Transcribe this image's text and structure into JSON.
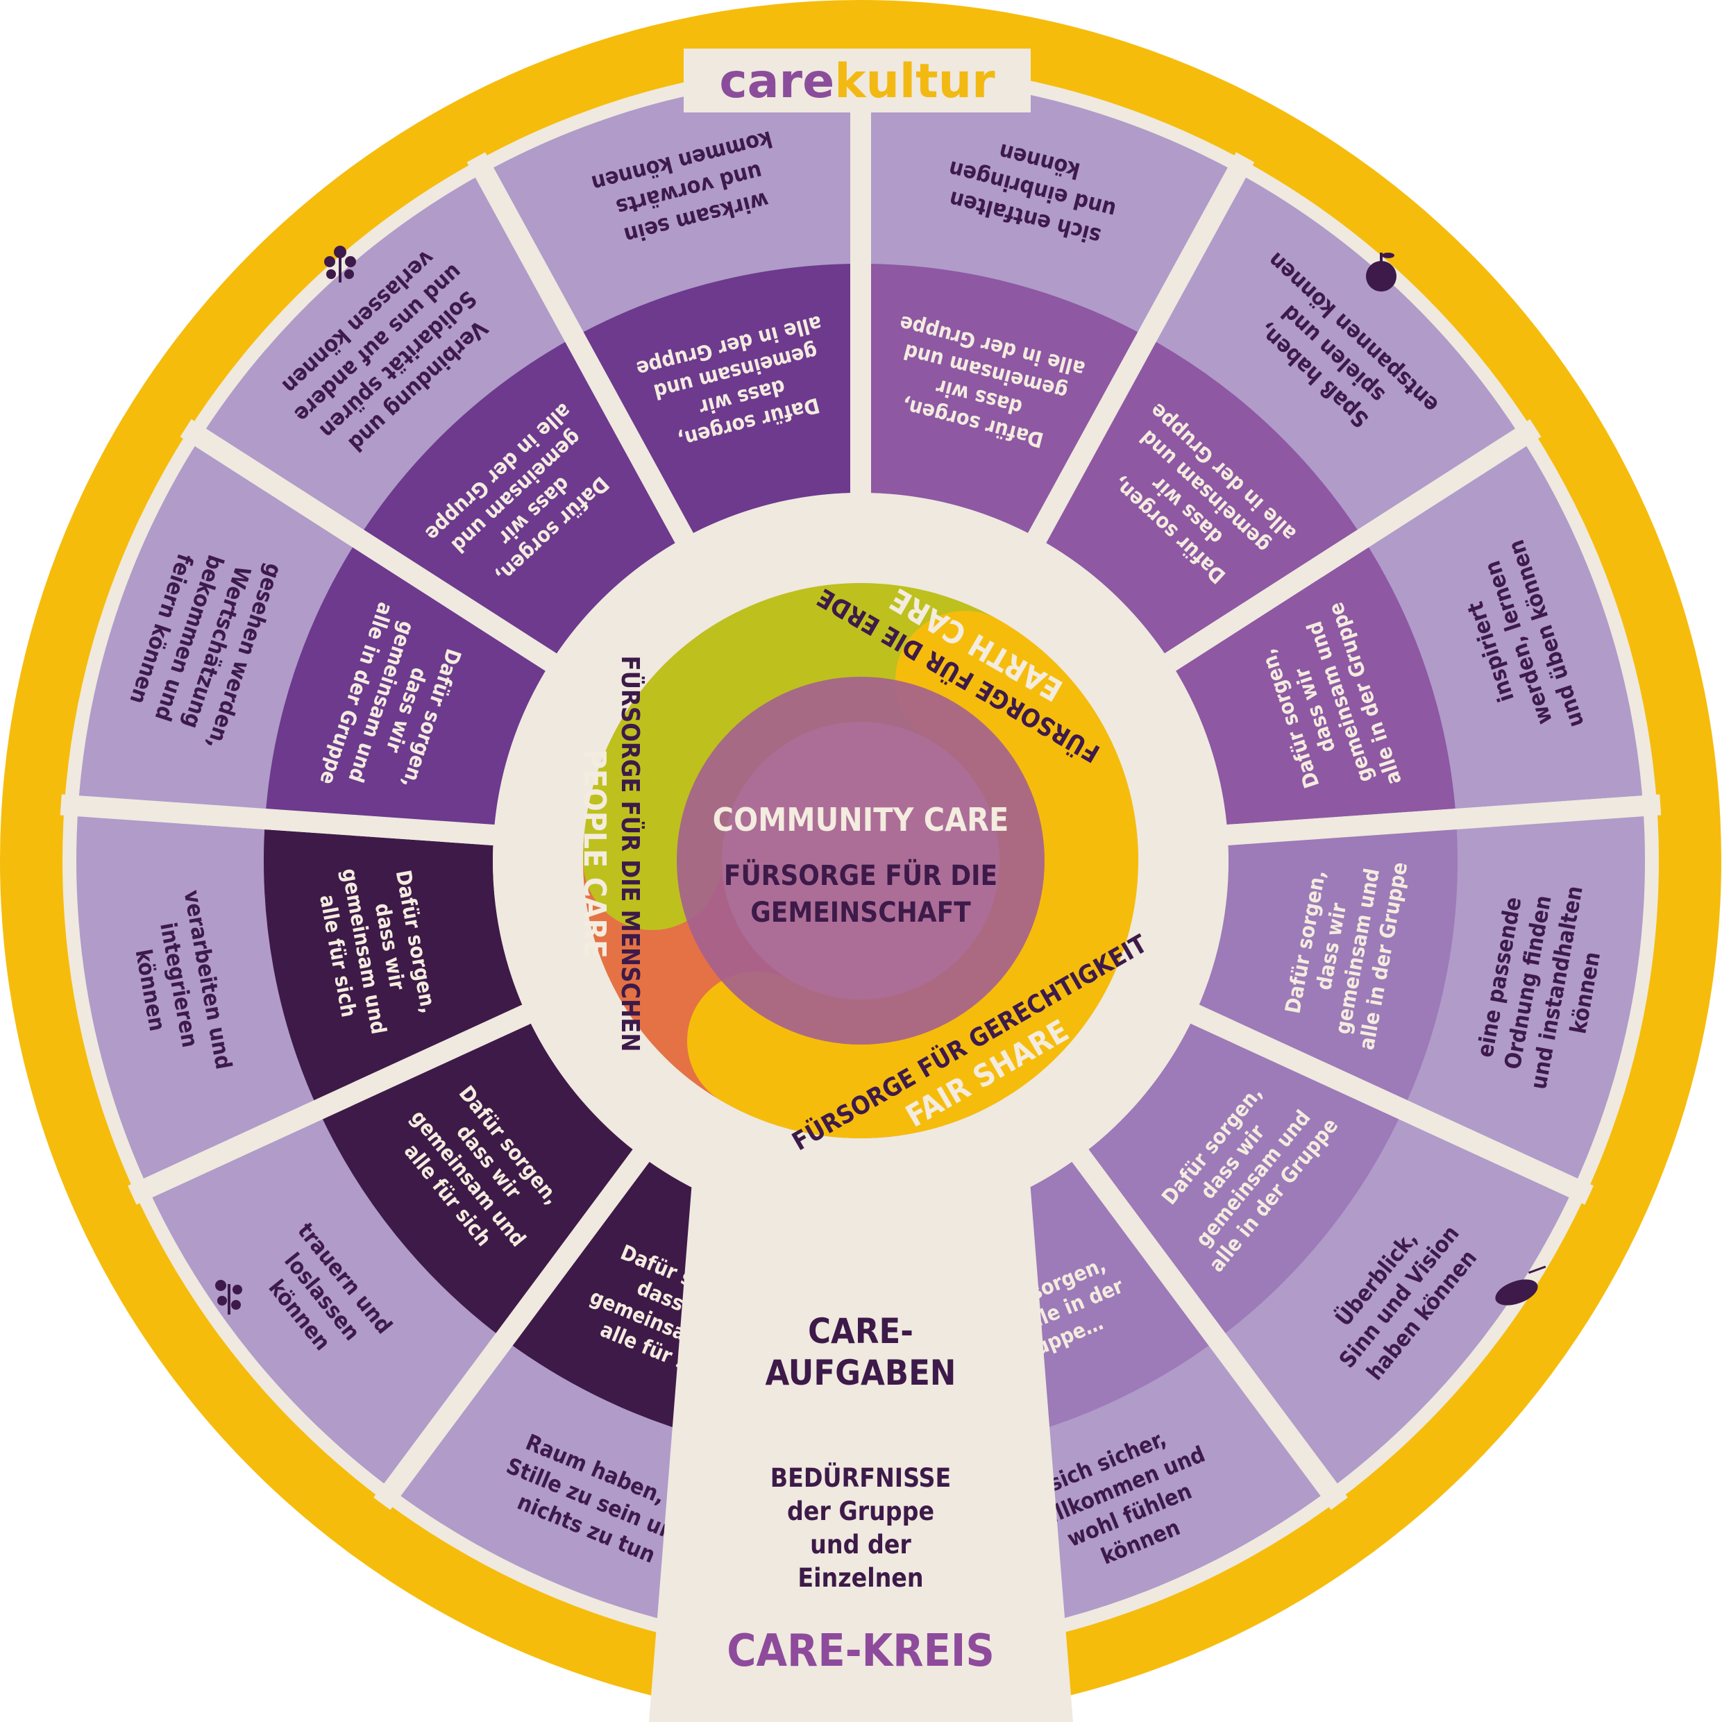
{
  "brand": {
    "logo_part1": "care",
    "logo_part2": "kultur"
  },
  "colors": {
    "ring": "#f6bc0c",
    "gap": "#efe9df",
    "outer_sector": "#b09bc9",
    "people_care": "#e47245",
    "earth_care": "#bec01e",
    "fair_share": "#f6bc0c",
    "center": "#a4608f",
    "text_dark": "#3d1a49",
    "text_light": "#f3ecdf",
    "title_purple": "#8e4b9c",
    "logo_purple": "#8b4d9b",
    "logo_yellow": "#f3b913"
  },
  "center": {
    "title": "COMMUNITY CARE",
    "subtitle_line1": "FÜRSORGE FÜR DIE",
    "subtitle_line2": "GEMEINSCHAFT"
  },
  "petals": {
    "people": {
      "label_de": "FÜRSORGE FÜR DIE MENSCHEN",
      "label_en": "PEOPLE CARE"
    },
    "earth": {
      "label_de": "FÜRSORGE FÜR DIE ERDE",
      "label_en": "EARTH CARE"
    },
    "fair": {
      "label_de": "FÜRSORGE FÜR GERECHTIGKEIT",
      "label_en": "FAIR SHARE"
    }
  },
  "gap_labels": {
    "care_aufgaben_line1": "CARE-",
    "care_aufgaben_line2": "AUFGABEN",
    "beduerfnisse_line1": "BEDÜRFNISSE",
    "beduerfnisse_line2": "der Gruppe",
    "beduerfnisse_line3": "und der",
    "beduerfnisse_line4": "Einzelnen",
    "care_kreis": "CARE-KREIS"
  },
  "sectors": [
    {
      "task": [
        "Dafür sorgen,",
        "dass wir",
        "gemeinsam und",
        "alle für sich"
      ],
      "need": [
        "Raum haben, in",
        "Stille zu sein und",
        "nichts zu tun"
      ],
      "inner_color": "#3e1a48"
    },
    {
      "task": [
        "Dafür sorgen,",
        "dass wir",
        "gemeinsam und",
        "alle für sich"
      ],
      "need": [
        "trauern und",
        "loslassen",
        "können"
      ],
      "inner_color": "#3e1a48"
    },
    {
      "task": [
        "Dafür sorgen,",
        "dass wir",
        "gemeinsam und",
        "alle für sich"
      ],
      "need": [
        "verarbeiten und",
        "integrieren",
        "können"
      ],
      "inner_color": "#3e1a48"
    },
    {
      "task": [
        "Dafür sorgen,",
        "dass wir",
        "gemeinsam und",
        "alle in der Gruppe"
      ],
      "need": [
        "gesehen werden,",
        "Wertschätzung",
        "bekommen und",
        "feiern können"
      ],
      "inner_color": "#6d3a8e"
    },
    {
      "task": [
        "Dafür sorgen,",
        "dass wir",
        "gemeinsam und",
        "alle in der Gruppe"
      ],
      "need": [
        "Verbindung und",
        "Solidarität spüren",
        "und uns auf andere",
        "verlassen können"
      ],
      "inner_color": "#6d3a8e"
    },
    {
      "task": [
        "Dafür sorgen,",
        "dass wir",
        "gemeinsam und",
        "alle in der Gruppe"
      ],
      "need": [
        "wirksam sein",
        "und vorwärts",
        "kommen können"
      ],
      "inner_color": "#6d3a8e"
    },
    {
      "task": [
        "Dafür sorgen,",
        "dass wir",
        "gemeinsam und",
        "alle in der Gruppe"
      ],
      "need": [
        "sich entfalten",
        "und einbringen",
        "können"
      ],
      "inner_color": "#8e58a3"
    },
    {
      "task": [
        "Dafür sorgen,",
        "dass wir",
        "gemeinsam und",
        "alle in der Gruppe"
      ],
      "need": [
        "Spaß haben,",
        "spielen und",
        "entspannen können"
      ],
      "inner_color": "#8e58a3"
    },
    {
      "task": [
        "Dafür sorgen,",
        "dass wir",
        "gemeinsam und",
        "alle in der Gruppe"
      ],
      "need": [
        "inspiriert",
        "werden, lernen",
        "und üben können"
      ],
      "inner_color": "#8e58a3"
    },
    {
      "task": [
        "Dafür sorgen,",
        "dass wir",
        "gemeinsam und",
        "alle in der Gruppe"
      ],
      "need": [
        "eine passende",
        "Ordnung finden",
        "und instandhalten",
        "können"
      ],
      "inner_color": "#9d7ab8"
    },
    {
      "task": [
        "Dafür sorgen,",
        "dass wir",
        "gemeinsam und",
        "alle in der Gruppe"
      ],
      "need": [
        "Überblick,",
        "Sinn und Vision",
        "haben können"
      ],
      "inner_color": "#9d7ab8"
    },
    {
      "task": [
        "Dafür sorgen,",
        "dass alle in der",
        "Gruppe…"
      ],
      "need": [
        "sich sicher,",
        "willkommen und",
        "wohl fühlen",
        "können"
      ],
      "inner_color": "#9d7ab8"
    }
  ]
}
